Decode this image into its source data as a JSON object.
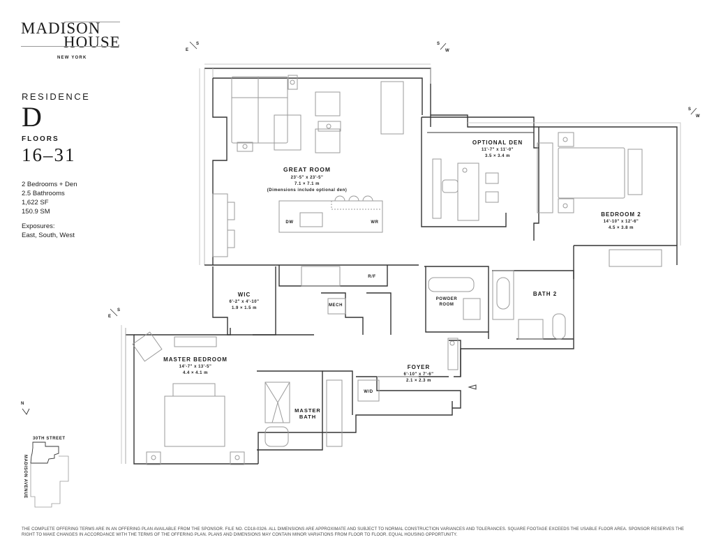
{
  "brand": {
    "line1": "MADISON",
    "line2": "HOUSE",
    "location": "NEW YORK"
  },
  "residence": {
    "label": "RESIDENCE",
    "letter": "D",
    "floors_label": "FLOORS",
    "floors_value": "16–31",
    "specs": [
      "2 Bedrooms + Den",
      "2.5 Bathrooms",
      "1,622 SF",
      "150.9 SM"
    ],
    "exposures_label": "Exposures:",
    "exposures_value": "East, South, West"
  },
  "rooms": {
    "great_room": {
      "name": "GREAT ROOM",
      "imperial": "23'-5\" x 23'-5\"",
      "metric": "7.1 × 7.1 m",
      "note": "(Dimensions include optional den)"
    },
    "optional_den": {
      "name": "OPTIONAL DEN",
      "imperial": "11'-7\" x 11'-0\"",
      "metric": "3.5 × 3.4 m"
    },
    "bedroom_2": {
      "name": "BEDROOM 2",
      "imperial": "14'-10\" x 12'-6\"",
      "metric": "4.5 × 3.8 m"
    },
    "wic": {
      "name": "WIC",
      "imperial": "6'-2\" x 4'-10\"",
      "metric": "1.9 × 1.5 m"
    },
    "master_bedroom": {
      "name": "MASTER BEDROOM",
      "imperial": "14'-7\" x 13'-5\"",
      "metric": "4.4 × 4.1 m"
    },
    "master_bath": {
      "name_line1": "MASTER",
      "name_line2": "BATH"
    },
    "foyer": {
      "name": "FOYER",
      "imperial": "6'-10\" x 7'-6\"",
      "metric": "2.1 × 2.3 m"
    },
    "powder_room": {
      "name_line1": "POWDER",
      "name_line2": "ROOM"
    },
    "bath_2": {
      "name": "BATH 2"
    }
  },
  "fixtures": {
    "dw": "DW",
    "wr": "WR",
    "rf": "R/F",
    "mech": "MECH",
    "wd": "W/D"
  },
  "compass_markers": [
    {
      "a": "E",
      "b": "S"
    },
    {
      "a": "S",
      "b": "W"
    },
    {
      "a": "S",
      "b": "W"
    },
    {
      "a": "E",
      "b": "S"
    }
  ],
  "keymap": {
    "north": "N",
    "street": "30TH STREET",
    "avenue": "MADISON AVENUE"
  },
  "disclaimer": "THE COMPLETE OFFERING TERMS ARE IN AN OFFERING PLAN AVAILABLE FROM THE SPONSOR. FILE NO. CD18-0326. ALL DIMENSIONS ARE APPROXIMATE AND SUBJECT TO NORMAL CONSTRUCTION VARIANCES AND TOLERANCES. SQUARE FOOTAGE EXCEEDS THE USABLE FLOOR AREA. SPONSOR RESERVES THE RIGHT TO MAKE CHANGES IN ACCORDANCE WITH THE TERMS OF THE OFFERING PLAN. PLANS AND DIMENSIONS MAY CONTAIN MINOR VARIATIONS FROM FLOOR TO FLOOR.  EQUAL HOUSING OPPORTUNITY."
}
